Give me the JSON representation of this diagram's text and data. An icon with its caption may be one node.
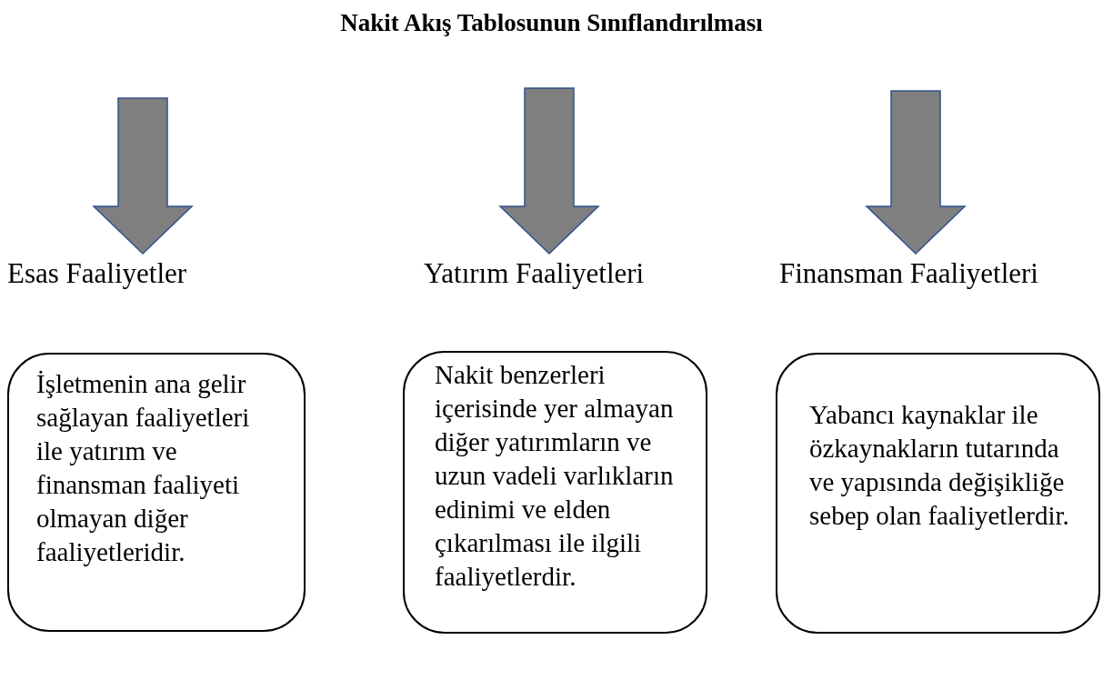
{
  "diagram": {
    "title": "Nakit Akış Tablosunun Sınıflandırılması",
    "nodes": [
      {
        "text": [
          "Esas Faaliyetler"
        ]
      },
      {
        "text": [
          "Yatırım Faaliyetleri"
        ]
      },
      {
        "text": [
          "Finansman Faaliyetleri"
        ]
      },
      {
        "text": [
          "İşletmenin ana gelir sağlayan faaliyetleri ile yatırım ve finansman faaliyeti olmayan diğer faaliyetleridir."
        ]
      },
      {
        "text": [
          "Nakit benzerleri içerisinde yer almayan diğer yatırımların ve uzun vadeli varlıkların edinimi ve elden çıkarılması ile ilgili faaliyetlerdir."
        ]
      },
      {
        "text": [
          "Yabancı kaynaklar ile özkaynakların tutarında ve yapısında değişikliğe sebep olan faaliyetlerdir."
        ]
      }
    ],
    "edges": [
      {
        "from": null,
        "to": 0,
        "arrow": "to"
      },
      {
        "from": null,
        "to": 1,
        "arrow": "to"
      },
      {
        "from": null,
        "to": 2,
        "arrow": "to"
      }
    ]
  }
}
